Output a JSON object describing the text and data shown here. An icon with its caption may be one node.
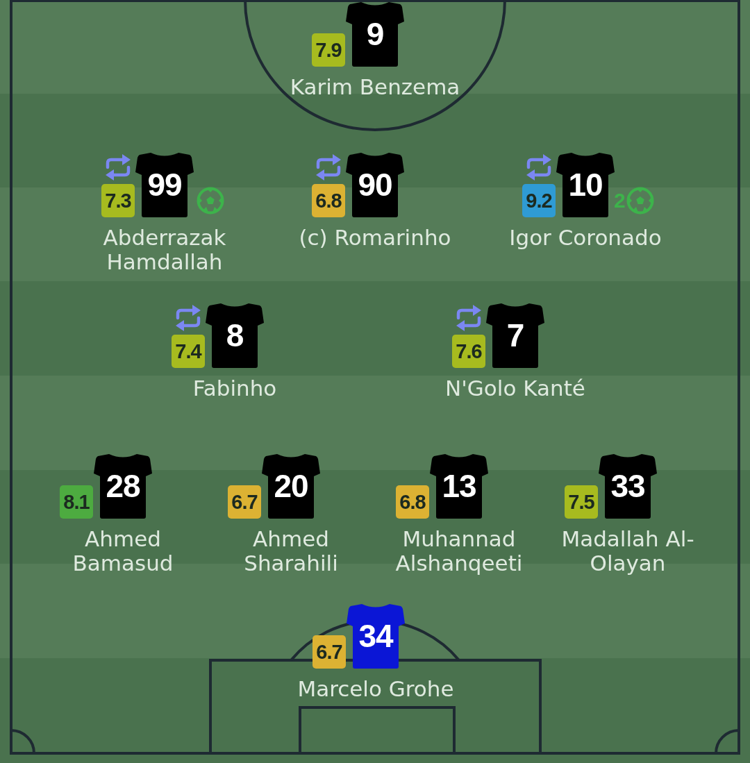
{
  "diagram": {
    "nodes": [
      {
        "text": [
          "7.9"
        ]
      },
      {
        "text": [
          "9"
        ],
        "beside": [
          "Karim Benzema"
        ]
      },
      {
        "text": [
          "7.3"
        ]
      },
      {
        "text": [
          "99"
        ],
        "beside": [
          "Abderrazak Hamdallah"
        ]
      },
      {
        "text": [
          "6.8"
        ]
      },
      {
        "text": [
          "90"
        ],
        "beside": [
          "(c) Romarinho"
        ]
      },
      {
        "text": [
          "9.2"
        ]
      },
      {
        "text": [
          "10"
        ],
        "beside": [
          "Igor Coronado"
        ]
      },
      {
        "text": [
          "7.4"
        ]
      },
      {
        "text": [
          "8"
        ],
        "beside": [
          "Fabinho"
        ]
      },
      {
        "text": [
          "7.6"
        ]
      },
      {
        "text": [
          "7"
        ],
        "beside": [
          "N'Golo Kanté"
        ]
      },
      {
        "text": [
          "8.1"
        ]
      },
      {
        "text": [
          "28"
        ],
        "beside": [
          "Ahmed Bamasud"
        ]
      },
      {
        "text": [
          "6.7"
        ]
      },
      {
        "text": [
          "20"
        ],
        "beside": [
          "Ahmed Sharahili"
        ]
      },
      {
        "text": [
          "6.8"
        ]
      },
      {
        "text": [
          "13"
        ],
        "beside": [
          "Muhannad Alshanqeeti"
        ]
      },
      {
        "text": [
          "7.5"
        ]
      },
      {
        "text": [
          "33"
        ],
        "beside": [
          "Madallah Al-Olayan"
        ]
      },
      {
        "text": [
          "6.7"
        ]
      },
      {
        "text": [
          "34"
        ],
        "beside": [
          "Marcelo Grohe"
        ]
      }
    ],
    "labels": [
      "2"
    ]
  }
}
